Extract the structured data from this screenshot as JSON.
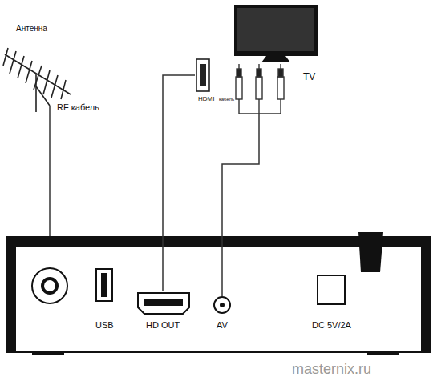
{
  "diagram": {
    "nodes": [
      {
        "text": [
          "Антенна"
        ]
      },
      {
        "text": [
          "HDMI",
          "кабель"
        ]
      },
      {
        "text": [
          "TV"
        ]
      },
      {
        "text": [
          "USB"
        ]
      },
      {
        "text": [
          "HD OUT"
        ]
      },
      {
        "text": [
          "AV"
        ]
      },
      {
        "text": [
          "DC 5V/2A"
        ]
      }
    ],
    "edges": [
      {
        "from": 4,
        "to": 1,
        "arrow": "none"
      },
      {
        "from": 5,
        "to": 2,
        "arrow": "none"
      }
    ],
    "labels": [
      "RF кабель",
      "masternix.ru"
    ]
  }
}
